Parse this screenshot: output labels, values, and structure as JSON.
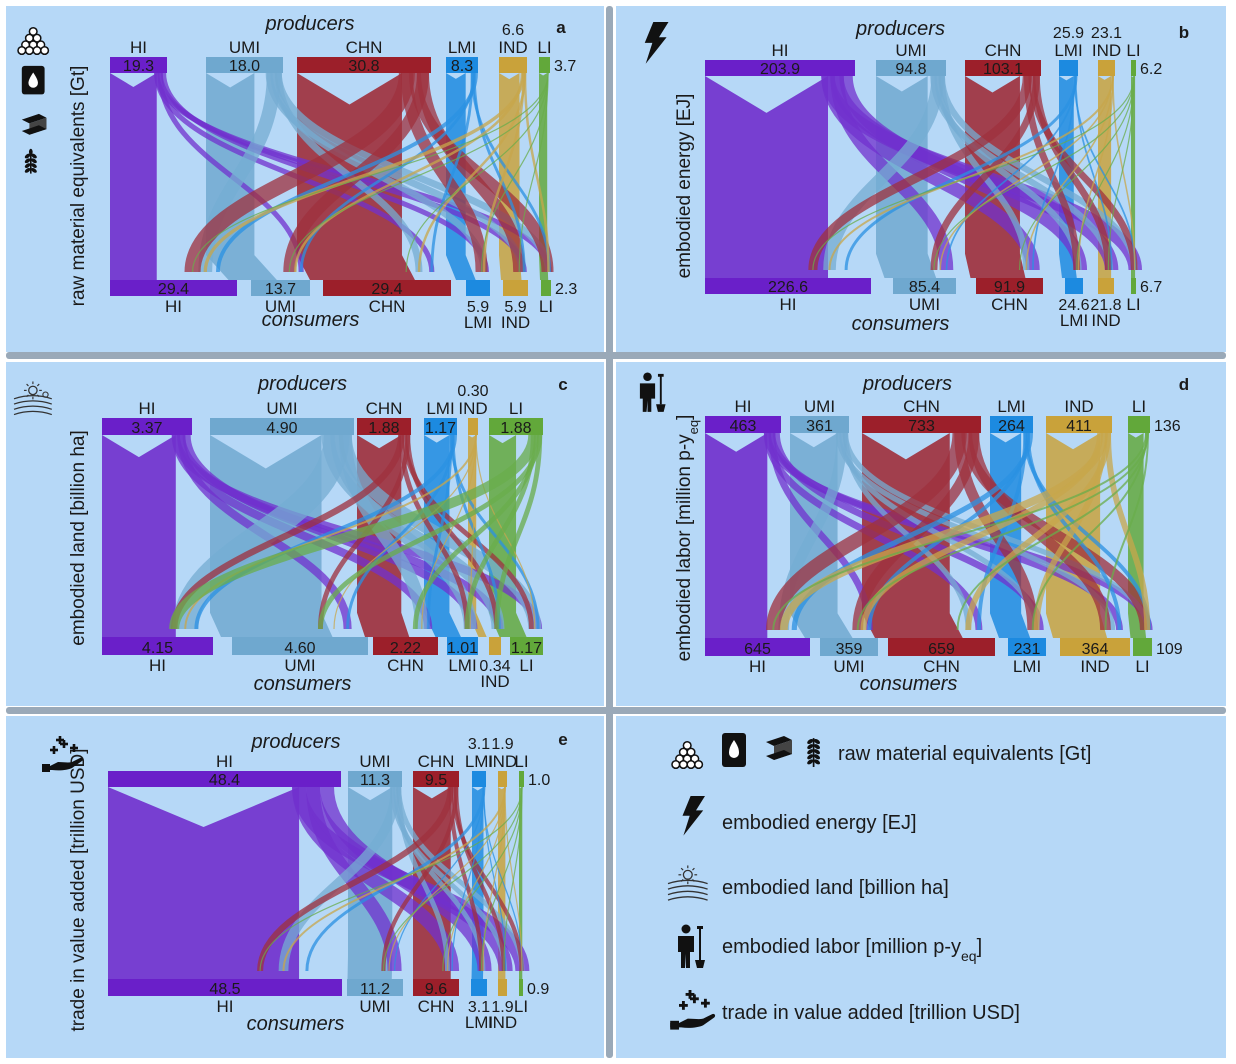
{
  "colors": {
    "HI": "#6a1fc9",
    "UMI": "#6fa8cf",
    "CHN": "#9c1f2a",
    "LMI": "#1c8ae0",
    "IND": "#c9a23a",
    "LI": "#62a83a",
    "background": "#b6d8f7"
  },
  "labels": {
    "producers": "producers",
    "consumers": "consumers"
  },
  "panels": [
    {
      "id": "a",
      "letter": "a",
      "ylabel": "raw material equivalents [Gt]",
      "icons": [
        "ore-pile-icon",
        "oil-barrel-icon",
        "steel-beam-icon",
        "wheat-icon"
      ],
      "groups": [
        "HI",
        "UMI",
        "CHN",
        "LMI",
        "IND",
        "LI"
      ],
      "producers": [
        "19.3",
        "18.0",
        "30.8",
        "8.3",
        "6.6",
        "3.7"
      ],
      "consumers": [
        "29.4",
        "13.7",
        "29.4",
        "5.9",
        "5.9",
        "2.3"
      ]
    },
    {
      "id": "b",
      "letter": "b",
      "ylabel": "embodied energy [EJ]",
      "icons": [
        "lightning-icon"
      ],
      "groups": [
        "HI",
        "UMI",
        "CHN",
        "LMI",
        "IND",
        "LI"
      ],
      "producers": [
        "203.9",
        "94.8",
        "103.1",
        "25.9",
        "23.1",
        "6.2"
      ],
      "consumers": [
        "226.6",
        "85.4",
        "91.9",
        "24.6",
        "21.8",
        "6.7"
      ]
    },
    {
      "id": "c",
      "letter": "c",
      "ylabel": "embodied land [billion ha]",
      "icons": [
        "landscape-icon"
      ],
      "groups": [
        "HI",
        "UMI",
        "CHN",
        "LMI",
        "IND",
        "LI"
      ],
      "producers": [
        "3.37",
        "4.90",
        "1.88",
        "1.17",
        "0.30",
        "1.88"
      ],
      "consumers": [
        "4.15",
        "4.60",
        "2.22",
        "1.01",
        "0.34",
        "1.17"
      ]
    },
    {
      "id": "d",
      "letter": "d",
      "ylabel": "embodied labor [million p-y",
      "ylabel_sub": "eq",
      "ylabel_end": "]",
      "icons": [
        "worker-icon"
      ],
      "groups": [
        "HI",
        "UMI",
        "CHN",
        "LMI",
        "IND",
        "LI"
      ],
      "producers": [
        "463",
        "361",
        "733",
        "264",
        "411",
        "136"
      ],
      "consumers": [
        "645",
        "359",
        "659",
        "231",
        "364",
        "109"
      ]
    },
    {
      "id": "e",
      "letter": "e",
      "ylabel": "trade in value added [trillion USD]",
      "icons": [
        "hand-money-icon"
      ],
      "groups": [
        "HI",
        "UMI",
        "CHN",
        "LMI",
        "IND",
        "LI"
      ],
      "producers": [
        "48.4",
        "11.3",
        "9.5",
        "3.1",
        "1.9",
        "1.0"
      ],
      "consumers": [
        "48.5",
        "11.2",
        "9.6",
        "3.1",
        "1.9",
        "0.9"
      ]
    }
  ],
  "legend": [
    {
      "icon": "raw-materials-icon",
      "text": "raw material equivalents [Gt]"
    },
    {
      "icon": "lightning-icon",
      "text": "embodied energy [EJ]"
    },
    {
      "icon": "landscape-icon",
      "text": "embodied land [billion ha]"
    },
    {
      "icon": "worker-icon",
      "text": "embodied labor [million p-y",
      "sub": "eq",
      "end": "]"
    },
    {
      "icon": "hand-money-icon",
      "text": "trade in value added [trillion USD]"
    }
  ]
}
